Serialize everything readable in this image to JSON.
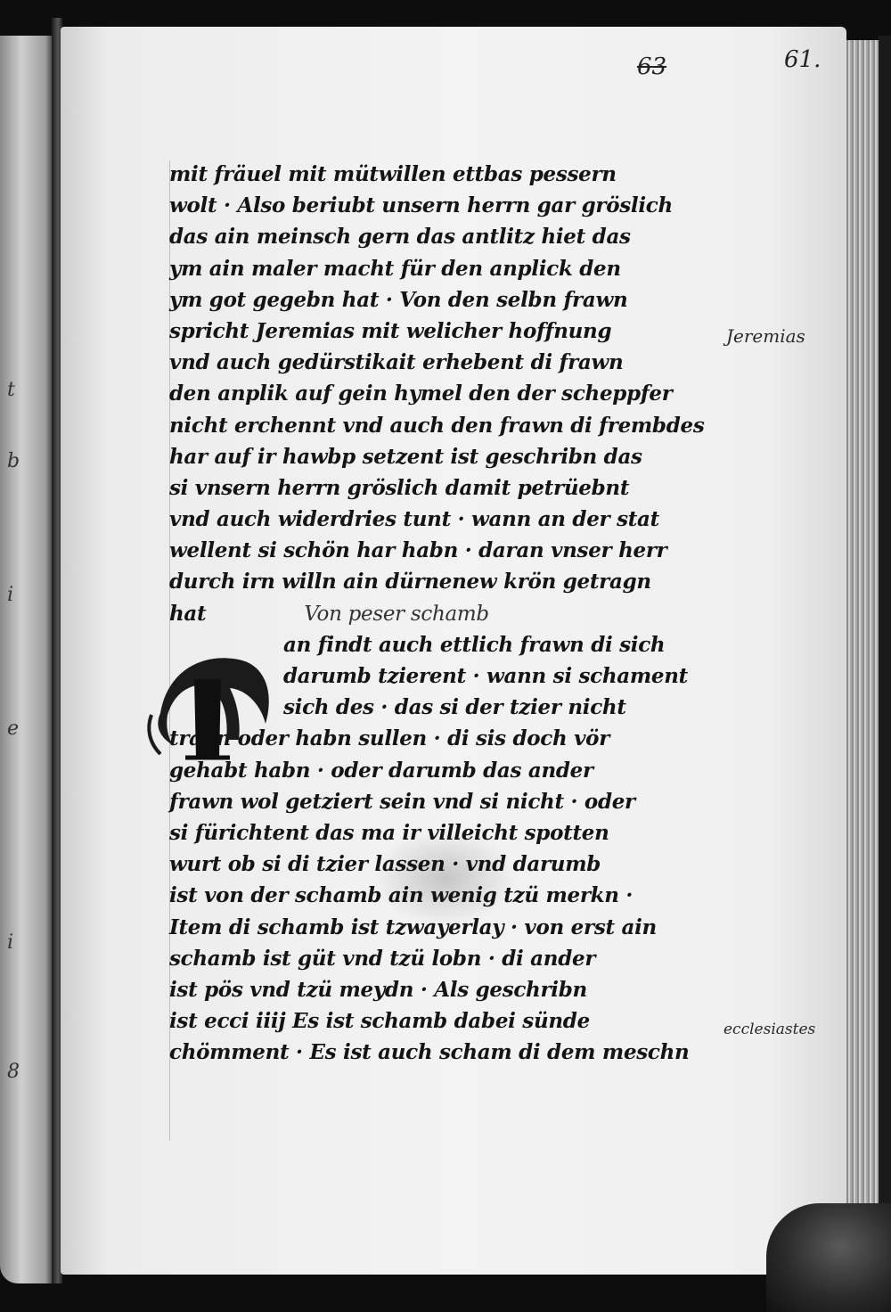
{
  "folio": {
    "crossed_number": "63",
    "number": "61."
  },
  "left_page_marks": [
    "t",
    "b",
    "i",
    "e",
    "i",
    "8"
  ],
  "text_lines": [
    "mit fräuel mit mütwillen ettbas pessern",
    "wolt · Also beriubt unsern herrn gar gröslich",
    "das ain meinsch gern das antlitz hiet das",
    "ym ain maler macht für den anplick den",
    "ym got gegebn hat · Von den selbn frawn",
    "spricht Jeremias mit welicher hoffnung",
    "vnd auch gedürstikait erhebent di frawn",
    "den anplik auf gein hymel den der scheppfer",
    "nicht erchennt vnd auch den frawn di frembdes",
    "har auf ir hawbp setzent ist geschribn das",
    "si vnsern herrn gröslich damit petrüebnt",
    "vnd auch widerdries tunt · wann an der stat",
    "wellent si schön har habn · daran vnser herr",
    "durch irn willn ain dürnenew krön getragn",
    "hat"
  ],
  "section_heading": "Von peser schamb",
  "drop_initial": "M",
  "section_lines": [
    "an findt auch ettlich frawn di sich",
    "darumb tzierent · wann si schament",
    "sich des · das si der tzier nicht",
    "tragn oder habn sullen · di sis doch vör",
    "gehabt habn · oder darumb das ander",
    "frawn wol getziert sein vnd si nicht · oder",
    "si fürichtent das ma ir villeicht spotten",
    "wurt ob si di tzier lassen · vnd darumb",
    "ist von der schamb ain wenig tzü merkn ·",
    "Item di schamb ist tzwayerlay · von erst ain",
    "schamb ist güt vnd tzü lobn · di ander",
    "ist pös vnd tzü meydn · Als geschribn",
    "ist ecci iiij Es ist schamb dabei sünde",
    "chömment · Es ist auch scham di dem meschn"
  ],
  "margin_notes": {
    "right_1": "Jeremias",
    "right_2": "ecclesiastes"
  }
}
